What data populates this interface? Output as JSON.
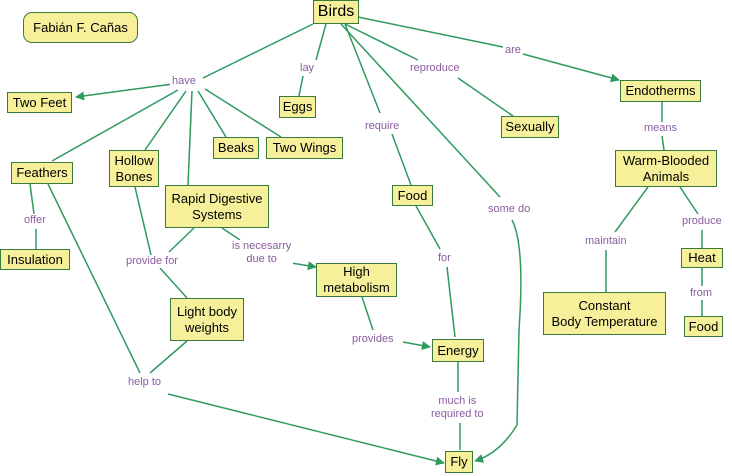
{
  "diagram": {
    "author": "Fabián F. Cañas",
    "nodes": {
      "birds": "Birds",
      "two_feet": "Two Feet",
      "eggs": "Eggs",
      "sexually": "Sexually",
      "endotherms": "Endotherms",
      "feathers": "Feathers",
      "hollow_bones": "Hollow\nBones",
      "beaks": "Beaks",
      "two_wings": "Two Wings",
      "rapid_digestive": "Rapid Digestive\nSystems",
      "food_left": "Food",
      "warm_blooded": "Warm-Blooded\nAnimals",
      "insulation": "Insulation",
      "high_metabolism": "High\nmetabolism",
      "heat": "Heat",
      "light_body": "Light body\nweights",
      "constant_temp": "Constant\nBody Temperature",
      "food_right": "Food",
      "energy": "Energy",
      "fly": "Fly"
    },
    "links": {
      "have": "have",
      "lay": "lay",
      "reproduce": "reproduce",
      "are": "are",
      "require": "require",
      "some_do": "some do",
      "means": "means",
      "offer": "offer",
      "provide_for": "provide for",
      "is_necessary": "is necesarry\ndue to",
      "for": "for",
      "maintain": "maintain",
      "produce": "produce",
      "from": "from",
      "provides": "provides",
      "help_to": "help to",
      "much_required": "much is\nrequired to"
    }
  },
  "colors": {
    "node_fill": "#f7f09a",
    "node_border": "#3a7a3a",
    "link_line": "#2e9a5e",
    "link_text": "#8a5ca0"
  }
}
